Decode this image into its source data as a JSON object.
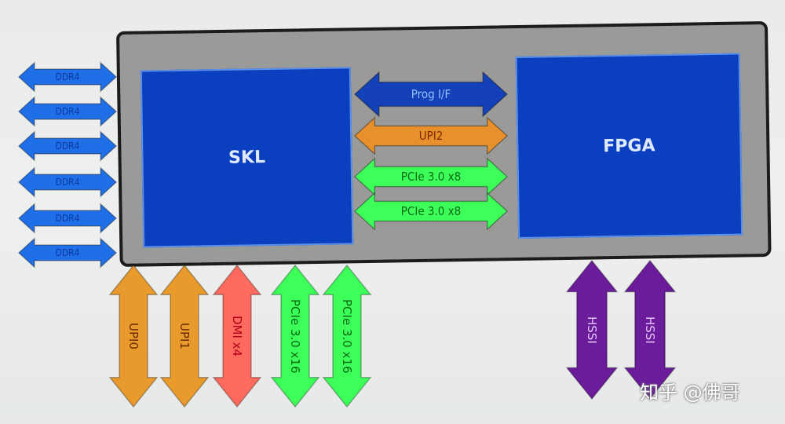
{
  "diagram": {
    "package": {
      "fill": "#9a9a98",
      "border": "#1c1c1a"
    },
    "dies": {
      "cpu": {
        "label": "SKL",
        "fill": "#0a3fbf"
      },
      "fpga": {
        "label": "FPGA",
        "fill": "#0a3fbf"
      }
    },
    "memory_links": [
      {
        "label": "DDR4"
      },
      {
        "label": "DDR4"
      },
      {
        "label": "DDR4"
      },
      {
        "label": "DDR4"
      },
      {
        "label": "DDR4"
      },
      {
        "label": "DDR4"
      }
    ],
    "memory_link_color": "#1f6fe8",
    "internal_links": [
      {
        "label": "Prog I/F",
        "color": "#1440b8",
        "text_color": "#8fc3ff"
      },
      {
        "label": "UPI2",
        "color": "#e8902c",
        "text_color": "#7a2a00"
      },
      {
        "label": "PCIe 3.0 x8",
        "color": "#3dff5a",
        "text_color": "#0b6a12"
      },
      {
        "label": "PCIe 3.0 x8",
        "color": "#3dff5a",
        "text_color": "#0b6a12"
      }
    ],
    "cpu_io_links": [
      {
        "label": "UPI0",
        "color": "#e89a2c",
        "text_color": "#6a2a00"
      },
      {
        "label": "UPI1",
        "color": "#e89a2c",
        "text_color": "#6a2a00"
      },
      {
        "label": "DMI x4",
        "color": "#ff6a5e",
        "text_color": "#b0001a"
      },
      {
        "label": "PCIe 3.0 x16",
        "color": "#3dff5a",
        "text_color": "#0b6a12"
      },
      {
        "label": "PCIe 3.0 x16",
        "color": "#3dff5a",
        "text_color": "#0b6a12"
      }
    ],
    "fpga_io_links": [
      {
        "label": "HSSI",
        "color": "#6a1c9a",
        "text_color": "#e8c8ff"
      },
      {
        "label": "HSSI",
        "color": "#6a1c9a",
        "text_color": "#e8c8ff"
      }
    ]
  },
  "watermark": "知乎 @佛哥"
}
